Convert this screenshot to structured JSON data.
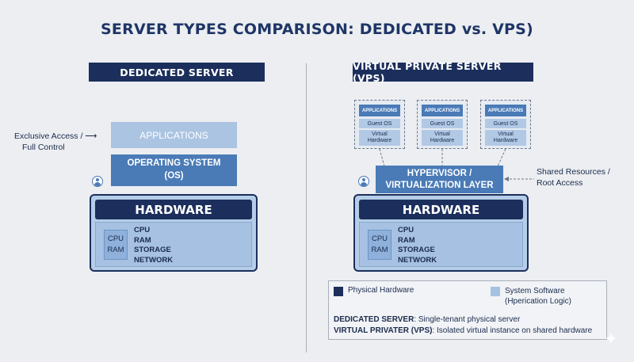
{
  "title": "SERVER TYPES COMPARISON: DEDICATED vs. VPS)",
  "dedicated": {
    "header": "DEDICATED SERVER",
    "applications": "APPLICATIONS",
    "os_line1": "OPERATING SYSTEM",
    "os_line2": "(OS)",
    "hardware": "HARDWARE",
    "chip_line1": "CPU",
    "chip_line2": "RAM",
    "components": [
      "CPU",
      "RAM",
      "STORAGE",
      "NETWORK"
    ],
    "access_line1": "Exclusive Access /",
    "access_line2": "Full Control"
  },
  "vps": {
    "header": "VIRTUAL PRIVATE SERVER (VPS)",
    "vms": [
      {
        "app": "APPLICATIONS",
        "os": "Guest OS",
        "hw1": "Virtual",
        "hw2": "Hardware"
      },
      {
        "app": "APPLICATIONS",
        "os": "Guest OS",
        "hw1": "Virtual",
        "hw2": "Hardware"
      },
      {
        "app": "APPLICATIONS",
        "os": "Guest OS",
        "hw1": "Virtual",
        "hw2": "Hardware"
      }
    ],
    "hypervisor_line1": "HYPERVISOR /",
    "hypervisor_line2": "VIRTUALIZATION LAYER",
    "shared_line1": "Shared Resources /",
    "shared_line2": "Root Access",
    "hardware": "HARDWARE",
    "chip_line1": "CPU",
    "chip_line2": "RAM",
    "components": [
      "CPU",
      "RAM",
      "STORAGE",
      "NETWORK"
    ]
  },
  "legend": {
    "physical": "Physical Hardware",
    "system_line1": "System Software",
    "system_line2": "(Hperication Logic)",
    "def1_term": "DEDICATED SERVER",
    "def1_text": ": Single-tenant physical server",
    "def2_term": "VIRTUAL PRIVATER (VPS)",
    "def2_text": ": Isolated virtual instance on shared hardware"
  },
  "colors": {
    "navy": "#1c2f5c",
    "mid_blue": "#4a7bb7",
    "light_blue": "#a6c1e2",
    "background": "#eceef1"
  }
}
